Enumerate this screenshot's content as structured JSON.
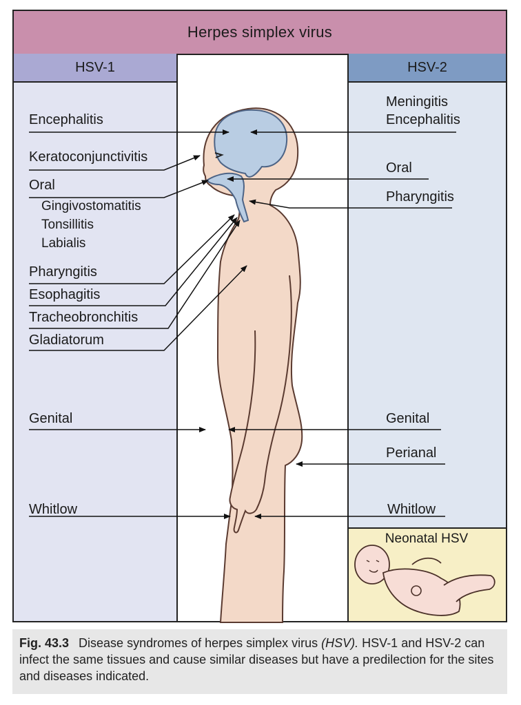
{
  "title": "Herpes simplex virus",
  "hsv1": {
    "header": "HSV-1",
    "labels": {
      "encephalitis": "Encephalitis",
      "keratoconjunctivitis": "Keratoconjunctivitis",
      "oral": "Oral",
      "gingivostomatitis": "Gingivostomatitis",
      "tonsillitis": "Tonsillitis",
      "labialis": "Labialis",
      "pharyngitis": "Pharyngitis",
      "esophagitis": "Esophagitis",
      "tracheobronchitis": "Tracheobronchitis",
      "gladiatorum": "Gladiatorum",
      "genital": "Genital",
      "whitlow": "Whitlow"
    }
  },
  "hsv2": {
    "header": "HSV-2",
    "labels": {
      "meningitis": "Meningitis",
      "encephalitis": "Encephalitis",
      "oral": "Oral",
      "pharyngitis": "Pharyngitis",
      "genital": "Genital",
      "perianal": "Perianal",
      "whitlow": "Whitlow"
    },
    "neonatal": "Neonatal HSV"
  },
  "caption": {
    "fig_label": "Fig. 43.3",
    "text_before": "Disease syndromes of herpes simplex virus ",
    "italic": "(HSV).",
    "text_after": " HSV-1 and HSV-2 can infect the same tissues and cause similar diseases but have a predilection for the sites and diseases indicated."
  },
  "colors": {
    "title_bar": "#c98fac",
    "hsv1_header": "#aaa9d3",
    "hsv2_header": "#7e9bc3",
    "hsv1_column": "#e2e4f2",
    "hsv2_column": "#dfe6f1",
    "neonatal_box": "#f7efc6",
    "skin": "#f3d9c8",
    "brain_airway": "#b9cde3"
  }
}
